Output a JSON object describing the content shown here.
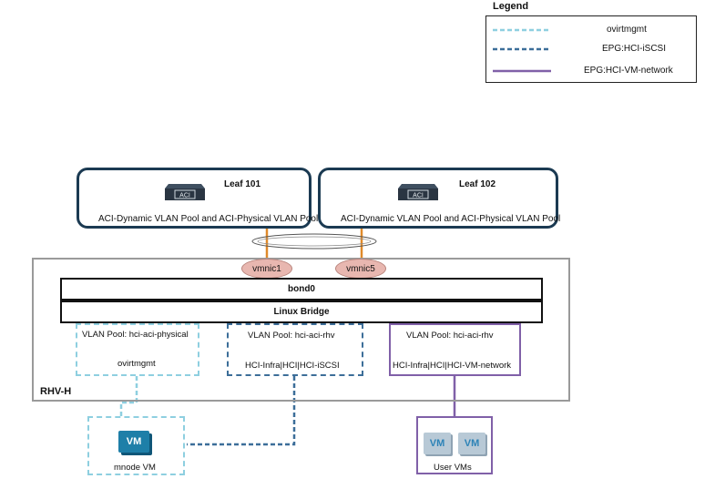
{
  "legend": {
    "title": "Legend",
    "items": [
      {
        "label": "ovirtmgmt",
        "color": "#8ecfe0",
        "style": "dashed-light"
      },
      {
        "label": "EPG:HCI-iSCSI",
        "color": "#3c6e99",
        "style": "dashed-dark"
      },
      {
        "label": "EPG:HCI-VM-network",
        "color": "#8060a8",
        "style": "solid-purple"
      }
    ]
  },
  "leaves": [
    {
      "title": "Leaf 101",
      "switch_label": "ACI",
      "pool": "ACI-Dynamic VLAN Pool and ACI-Physical VLAN Pool"
    },
    {
      "title": "Leaf 102",
      "switch_label": "ACI",
      "pool": "ACI-Dynamic VLAN Pool and ACI-Physical VLAN Pool"
    }
  ],
  "vmnics": [
    "vmnic1",
    "vmnic5"
  ],
  "host": {
    "label": "RHV-H",
    "bond": "bond0",
    "bridge": "Linux Bridge"
  },
  "vlan_groups": [
    {
      "pool": "VLAN Pool: hci-aci-physical",
      "epg": "ovirtmgmt"
    },
    {
      "pool": "VLAN Pool: hci-aci-rhv",
      "epg": "HCI-Infra|HCI|HCI-iSCSI"
    },
    {
      "pool": "VLAN Pool: hci-aci-rhv",
      "epg": "HCI-Infra|HCI|HCI-VM-network"
    }
  ],
  "vms": {
    "mnode": {
      "icon_text": "VM",
      "label": "mnode VM"
    },
    "user": {
      "icon_text": "VM",
      "label": "User VMs"
    }
  },
  "colors": {
    "leaf_border": "#1b3a52",
    "uplink": "#e08a2a",
    "vmnic_fill": "#e8b7b0",
    "mnode_vm": "#1e7fa8",
    "user_vm": "#b8c9d6",
    "user_vm_text": "#2d83b7"
  }
}
